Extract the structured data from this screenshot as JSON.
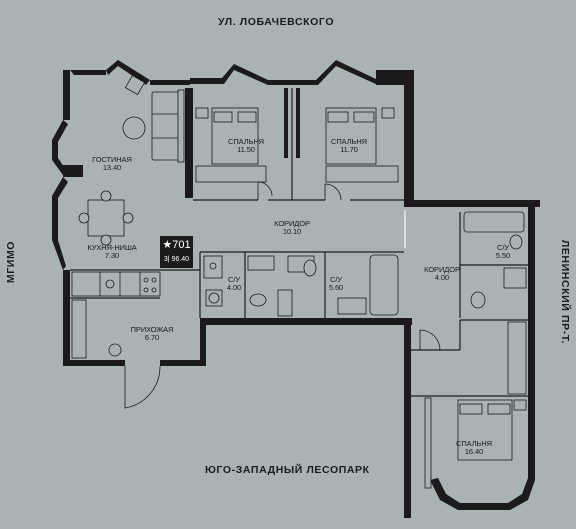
{
  "streets": {
    "top": "УЛ. ЛОБАЧЕВСКОГО",
    "left": "МГИМО",
    "right": "ЛЕНИНСКИЙ ПР-Т.",
    "bottom": "ЮГО-ЗАПАДНЫЙ ЛЕСОПАРК"
  },
  "apartment": {
    "star": "★",
    "number": "701",
    "rooms": "3",
    "area": "96.40"
  },
  "rooms": [
    {
      "name": "ГОСТИНАЯ",
      "area": "13.40"
    },
    {
      "name": "СПАЛЬНЯ",
      "area": "11.50"
    },
    {
      "name": "СПАЛЬНЯ",
      "area": "11.70"
    },
    {
      "name": "КОРИДОР",
      "area": "10.10"
    },
    {
      "name": "КУХНЯ-НИША",
      "area": "7.30"
    },
    {
      "name": "С/У",
      "area": "4.00"
    },
    {
      "name": "С/У",
      "area": "5.60"
    },
    {
      "name": "С/У",
      "area": "5.50"
    },
    {
      "name": "КОРИДОР",
      "area": "4.00"
    },
    {
      "name": "ПРИХОЖАЯ",
      "area": "6.70"
    },
    {
      "name": "СПАЛЬНЯ",
      "area": "16.40"
    }
  ],
  "colors": {
    "background": "#aab3b3",
    "wall": "#1b1b1b",
    "badge_text": "#ffffff"
  }
}
